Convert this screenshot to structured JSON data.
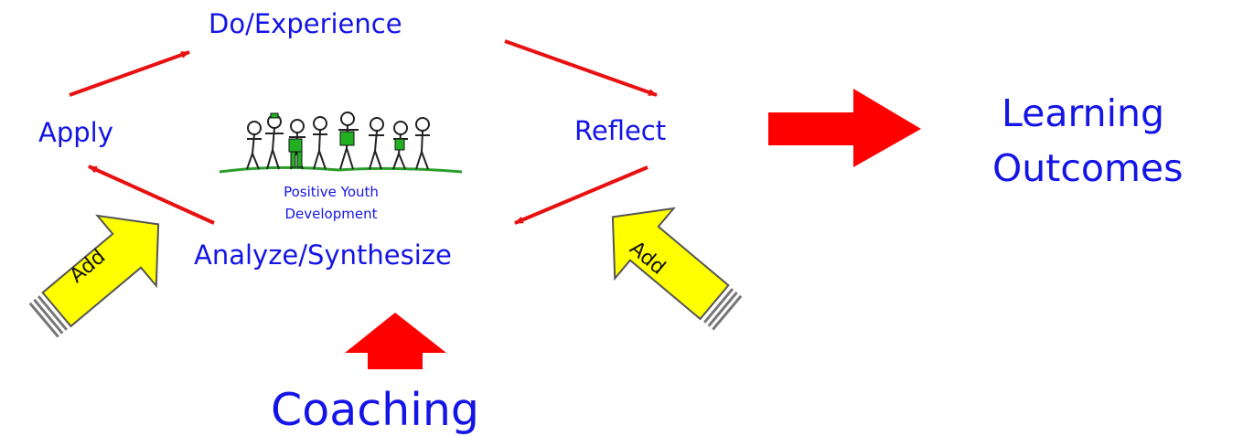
{
  "diagram": {
    "nodes": {
      "do_experience": "Do/Experience",
      "reflect": "Reflect",
      "analyze_synthesize": "Analyze/Synthesize",
      "apply": "Apply"
    },
    "center_caption_line1": "Positive Youth",
    "center_caption_line2": "Development",
    "center_image": "youth-group-illustration",
    "outcome": {
      "line1": "Learning",
      "line2": "Outcomes"
    },
    "input_label": "Coaching",
    "add_arrows": [
      "Add",
      "Add"
    ],
    "colors": {
      "text": "#1414e6",
      "cycle_arrows": "#e81010",
      "big_arrows": "#ff0000",
      "add_arrows_fill": "#ffff00"
    }
  }
}
